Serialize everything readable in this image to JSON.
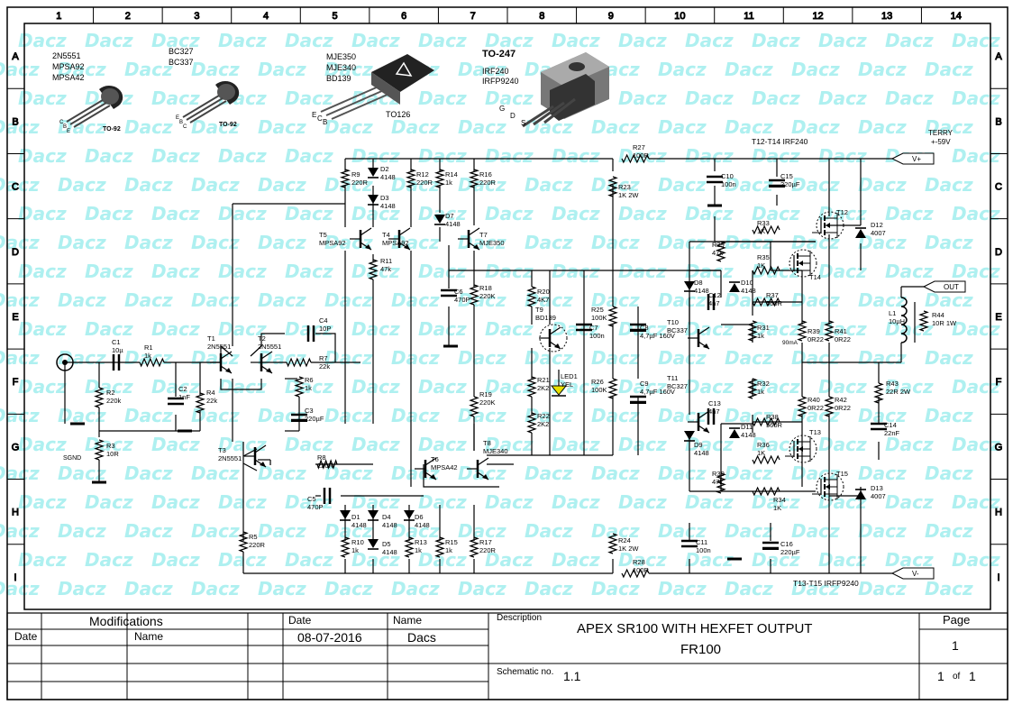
{
  "grid": {
    "columns": [
      "1",
      "2",
      "3",
      "4",
      "5",
      "6",
      "7",
      "8",
      "9",
      "10",
      "11",
      "12",
      "13",
      "14"
    ],
    "rows": [
      "A",
      "B",
      "C",
      "D",
      "E",
      "F",
      "G",
      "H",
      "I"
    ]
  },
  "watermark": "Dacz",
  "packages": {
    "to92_a": {
      "parts": [
        "2N5551",
        "MPSA92",
        "MPSA42"
      ],
      "name": "TO-92",
      "pins": [
        "C",
        "B",
        "E"
      ]
    },
    "to92_b": {
      "parts": [
        "BC327",
        "BC337"
      ],
      "name": "TO-92",
      "pins": [
        "E",
        "B",
        "C"
      ]
    },
    "to126": {
      "parts": [
        "MJE350",
        "MJE340",
        "BD139"
      ],
      "name": "TO126",
      "pins": [
        "E",
        "C",
        "B"
      ]
    },
    "to247": {
      "title": "TO-247",
      "parts": [
        "IRF240",
        "IRFP9240"
      ],
      "pins": [
        "G",
        "D",
        "S"
      ]
    }
  },
  "rails": {
    "pos_label": "V+",
    "neg_label": "V-",
    "out_label": "OUT",
    "terry": "TERRY",
    "supply": "+-59V",
    "top_note": "T12-T14 IRF240",
    "bottom_note": "T13-T15 IRFP9240"
  },
  "components": [
    {
      "id": "C1",
      "value": "10µ"
    },
    {
      "id": "R1",
      "value": "1k"
    },
    {
      "id": "R2",
      "value": "220k"
    },
    {
      "id": "R3",
      "value": "10R"
    },
    {
      "id": "C2",
      "value": "1nF"
    },
    {
      "id": "R4",
      "value": "22k"
    },
    {
      "id": "T1",
      "value": "2N5551"
    },
    {
      "id": "T2",
      "value": "2N5551"
    },
    {
      "id": "T3",
      "value": "2N5551"
    },
    {
      "id": "C4",
      "value": "10P"
    },
    {
      "id": "R7",
      "value": "22k"
    },
    {
      "id": "R6",
      "value": "1k"
    },
    {
      "id": "C3",
      "value": "220µF"
    },
    {
      "id": "R8",
      "value": "220R"
    },
    {
      "id": "C5",
      "value": "470P"
    },
    {
      "id": "R5",
      "value": "220R"
    },
    {
      "id": "R9",
      "value": "220R"
    },
    {
      "id": "D2",
      "value": "4148"
    },
    {
      "id": "D3",
      "value": "4148"
    },
    {
      "id": "R12",
      "value": "220R"
    },
    {
      "id": "R14",
      "value": "1k"
    },
    {
      "id": "R16",
      "value": "220R"
    },
    {
      "id": "T5",
      "value": "MPSA92"
    },
    {
      "id": "T4",
      "value": "MPSA92"
    },
    {
      "id": "D7",
      "value": "4148"
    },
    {
      "id": "T7",
      "value": "MJE350"
    },
    {
      "id": "R11",
      "value": "47k"
    },
    {
      "id": "C6",
      "value": "470P"
    },
    {
      "id": "R18",
      "value": "220K"
    },
    {
      "id": "R19",
      "value": "220K"
    },
    {
      "id": "T6",
      "value": "MPSA42"
    },
    {
      "id": "T8",
      "value": "MJE340"
    },
    {
      "id": "D1",
      "value": "4148"
    },
    {
      "id": "D4",
      "value": "4148"
    },
    {
      "id": "D6",
      "value": "4148"
    },
    {
      "id": "D5",
      "value": "4148"
    },
    {
      "id": "R10",
      "value": "1k"
    },
    {
      "id": "R13",
      "value": "1k"
    },
    {
      "id": "R15",
      "value": "1k"
    },
    {
      "id": "R17",
      "value": "220R"
    },
    {
      "id": "R20",
      "value": "4K7"
    },
    {
      "id": "T9",
      "value": "BD139"
    },
    {
      "id": "R21",
      "value": "2K2"
    },
    {
      "id": "R22",
      "value": "2K2"
    },
    {
      "id": "LED1",
      "value": "YEL"
    },
    {
      "id": "C7",
      "value": "100n"
    },
    {
      "id": "R25",
      "value": "100K"
    },
    {
      "id": "R26",
      "value": "100K"
    },
    {
      "id": "C8",
      "value": "4,7µF 160V"
    },
    {
      "id": "C9",
      "value": "4,7µF 160V"
    },
    {
      "id": "R27",
      "value": "100R"
    },
    {
      "id": "R23",
      "value": "1K 2W"
    },
    {
      "id": "R24",
      "value": "1K 2W"
    },
    {
      "id": "R28",
      "value": "100R"
    },
    {
      "id": "C10",
      "value": "100n"
    },
    {
      "id": "C15",
      "value": "220µF"
    },
    {
      "id": "C11",
      "value": "100n"
    },
    {
      "id": "C16",
      "value": "220µF"
    },
    {
      "id": "T10",
      "value": "BC337"
    },
    {
      "id": "T11",
      "value": "BC327"
    },
    {
      "id": "D8",
      "value": "4148"
    },
    {
      "id": "D10",
      "value": "4148"
    },
    {
      "id": "D9",
      "value": "4148"
    },
    {
      "id": "D11",
      "value": "4148"
    },
    {
      "id": "C12",
      "value": "4n7"
    },
    {
      "id": "C13",
      "value": "4n7"
    },
    {
      "id": "R29",
      "value": "47k"
    },
    {
      "id": "R30",
      "value": "47k"
    },
    {
      "id": "R31",
      "value": "1k"
    },
    {
      "id": "R32",
      "value": "1k"
    },
    {
      "id": "R33",
      "value": "1K"
    },
    {
      "id": "R34",
      "value": "1K"
    },
    {
      "id": "R35",
      "value": "1K"
    },
    {
      "id": "R36",
      "value": "1K"
    },
    {
      "id": "R37",
      "value": "560R"
    },
    {
      "id": "R38",
      "value": "560R"
    },
    {
      "id": "R39",
      "value": "0R22"
    },
    {
      "id": "R41",
      "value": "0R22"
    },
    {
      "id": "R40",
      "value": "0R22"
    },
    {
      "id": "R42",
      "value": "0R22"
    },
    {
      "id": "T12",
      "value": ""
    },
    {
      "id": "T14",
      "value": ""
    },
    {
      "id": "T13",
      "value": ""
    },
    {
      "id": "T15",
      "value": ""
    },
    {
      "id": "D12",
      "value": "4007"
    },
    {
      "id": "D13",
      "value": "4007"
    },
    {
      "id": "L1",
      "value": "10µH"
    },
    {
      "id": "R44",
      "value": "10R 1W"
    },
    {
      "id": "R43",
      "value": "22R 2W"
    },
    {
      "id": "C14",
      "value": "22nF"
    }
  ],
  "notes": {
    "sgnd": "SGND",
    "bias": "90mA"
  },
  "title_block": {
    "modifications": "Modifications",
    "date_hdr": "Date",
    "name_hdr": "Name",
    "date_col": "Date",
    "name_col": "Name",
    "date_value": "08-07-2016",
    "name_value": "Dacs",
    "description_hdr": "Description",
    "title_line1": "APEX SR100 WITH HEXFET OUTPUT",
    "title_line2": "FR100",
    "schematic_hdr": "Schematic no.",
    "schematic_value": "1.1",
    "page_hdr": "Page",
    "page_value": "1",
    "page_of_a": "1",
    "page_of_word": "of",
    "page_of_b": "1"
  }
}
